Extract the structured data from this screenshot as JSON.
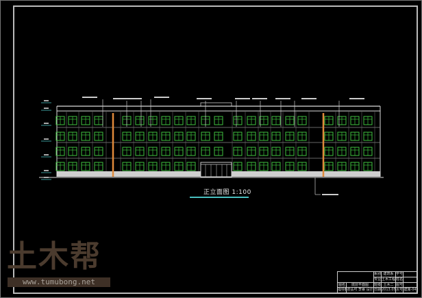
{
  "drawing": {
    "title": "正立面图 1:100",
    "colors": {
      "background": "#000000",
      "window": "#3fc23f",
      "frame": "#bbbbbb",
      "accent_column": "#e08a3a",
      "title_underline": "#49c0c0",
      "base": "#cfcfcf"
    },
    "floors": 4
  },
  "watermark": {
    "logo_text": "土木帮",
    "url": "www.tumubong.net"
  },
  "title_block": {
    "cells": [
      "系别",
      "建筑系",
      "学号",
      "",
      "专业",
      "土木工程",
      "姓名",
      "",
      "图名",
      "底层平面图",
      "班级",
      "土木二",
      "图号",
      "",
      "指导教师",
      "张弘可 李睿 设计",
      "日期",
      "2013.05",
      "页号",
      "建施-04"
    ]
  }
}
